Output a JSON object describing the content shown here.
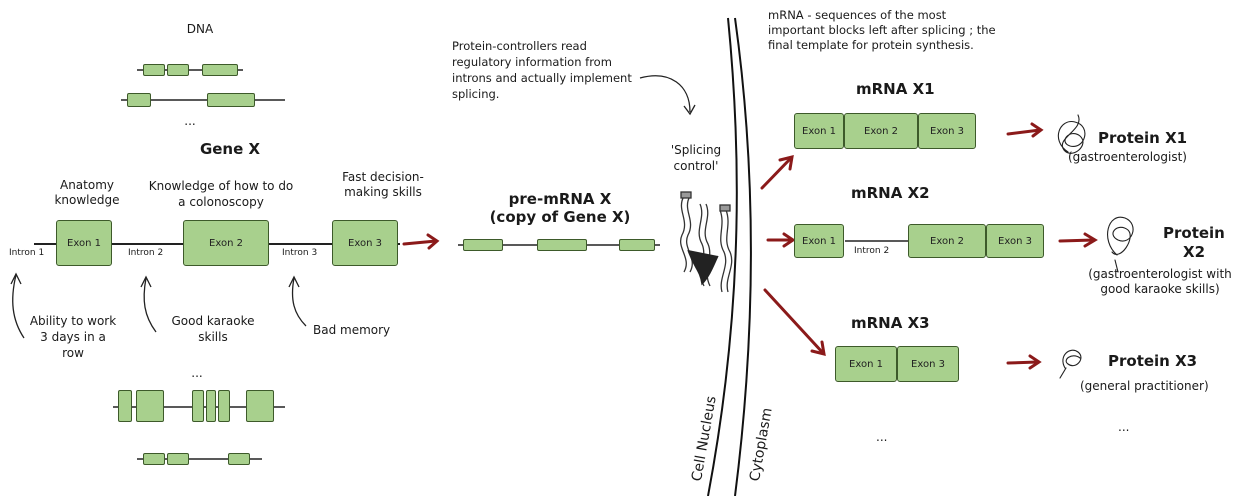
{
  "left": {
    "dna_label": "DNA",
    "ellipsis_top": "...",
    "ellipsis_bottom": "...",
    "gene_title": "Gene X",
    "exon_labels": [
      "Exon 1",
      "Exon 2",
      "Exon 3"
    ],
    "intron_labels": [
      "Intron 1",
      "Intron 2",
      "Intron 3"
    ],
    "exon_captions": [
      "Anatomy knowledge",
      "Knowledge of how to do a colonoscopy",
      "Fast decision-making skills"
    ],
    "intron_captions": [
      "Ability to work 3 days in a row",
      "Good karaoke skills",
      "Bad memory"
    ]
  },
  "middle": {
    "premrna_title": "pre-mRNA X",
    "premrna_subtitle": "(copy of Gene X)",
    "protein_controllers_note": "Protein-controllers read regulatory information from introns and actually implement splicing.",
    "splicing_control": "'Splicing control'",
    "cell_nucleus": "Cell Nucleus",
    "cytoplasm": "Cytoplasm"
  },
  "right": {
    "mrna_note": "mRNA - sequences of the most important blocks left after splicing ; the final template for protein synthesis.",
    "mrna": [
      {
        "title": "mRNA X1",
        "exons": [
          "Exon 1",
          "Exon 2",
          "Exon 3"
        ],
        "intron": ""
      },
      {
        "title": "mRNA X2",
        "exons": [
          "Exon 1",
          "Exon 2",
          "Exon 3"
        ],
        "intron": "Intron 2"
      },
      {
        "title": "mRNA X3",
        "exons": [
          "Exon 1",
          "Exon 3"
        ],
        "intron": ""
      }
    ],
    "proteins": [
      {
        "name": "Protein X1",
        "desc": "(gastroenterologist)"
      },
      {
        "name_line1": "Protein",
        "name_line2": "X2",
        "desc": "(gastroenterologist with good karaoke skills)"
      },
      {
        "name": "Protein X3",
        "desc": "(general practitioner)"
      }
    ],
    "ellipsis_mrna": "...",
    "ellipsis_protein": "..."
  },
  "colors": {
    "exon_fill": "#a8d08d",
    "exon_border": "#3d5a2a",
    "arrow": "#8b1a1a"
  }
}
